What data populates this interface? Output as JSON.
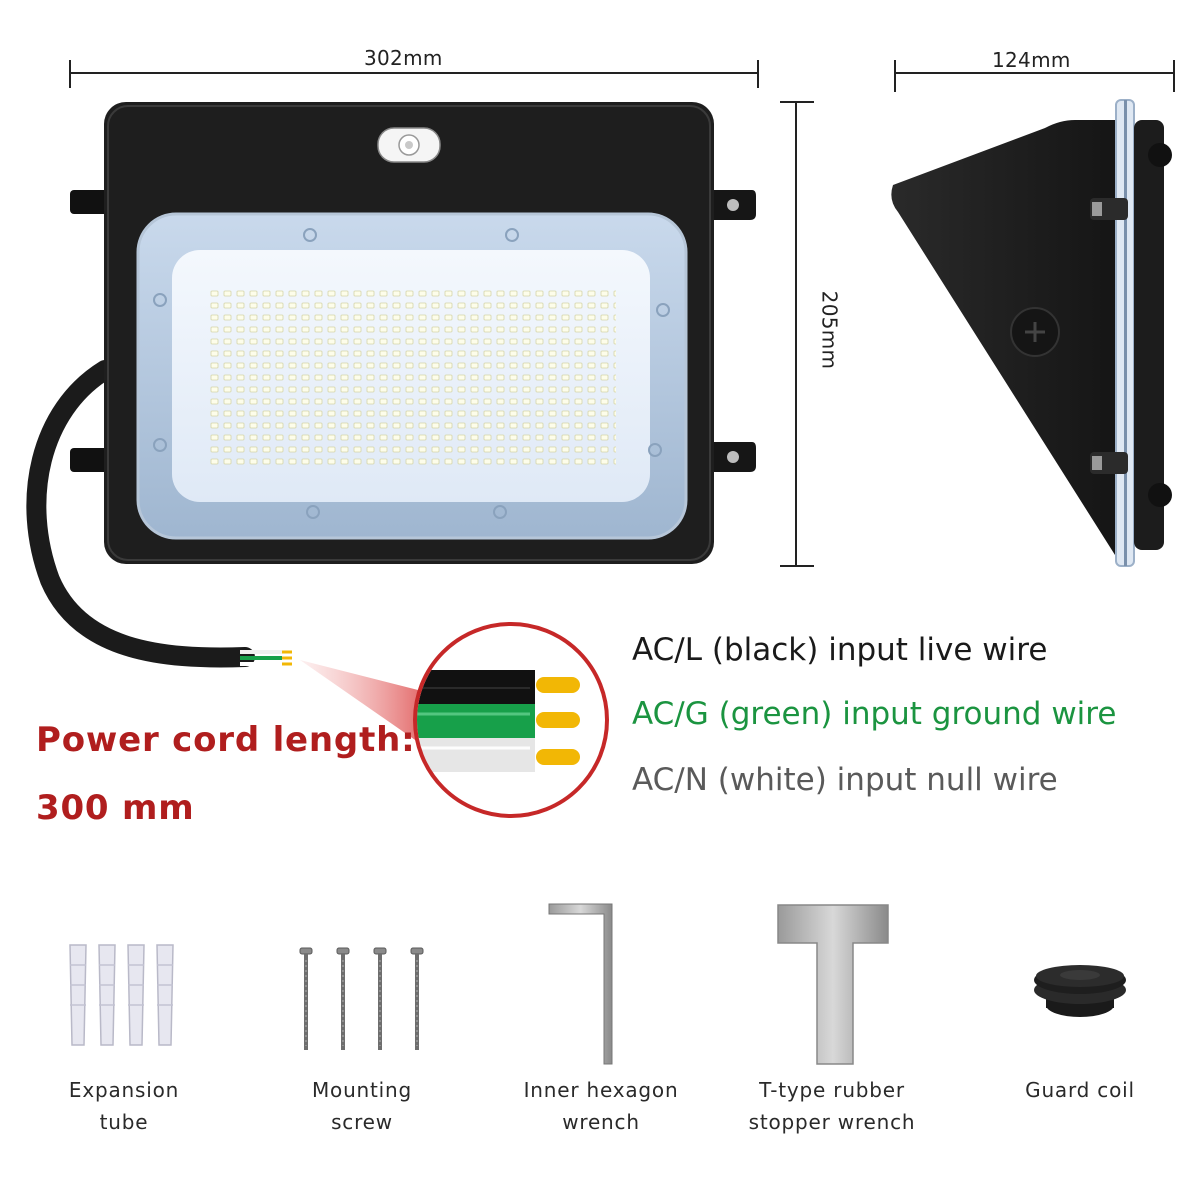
{
  "dimensions": {
    "width": "302mm",
    "depth": "124mm",
    "height": "205mm"
  },
  "wires": [
    {
      "label": "AC/L (black) input live wire",
      "color": "#1a1a1a"
    },
    {
      "label": "AC/G (green) input ground wire",
      "color": "#1b9440"
    },
    {
      "label": "AC/N (white) input null wire",
      "color": "#5a5a5a"
    }
  ],
  "power_cord": {
    "title": "Power cord length:",
    "value": "300 mm"
  },
  "accessories": [
    {
      "line1": "Expansion",
      "line2": "tube",
      "icon": "expansion-tube-icon"
    },
    {
      "line1": "Mounting",
      "line2": "screw",
      "icon": "mounting-screw-icon"
    },
    {
      "line1": "Inner hexagon",
      "line2": "wrench",
      "icon": "hex-wrench-icon"
    },
    {
      "line1": "T-type rubber",
      "line2": "stopper wrench",
      "icon": "t-wrench-icon"
    },
    {
      "line1": "Guard coil",
      "line2": "",
      "icon": "guard-coil-icon"
    }
  ],
  "colors": {
    "fixture_body": "#1e1e1e",
    "led_panel": "#e8f0fa",
    "callout_circle": "#c62828",
    "wire_live": "#111111",
    "wire_ground": "#17a04a",
    "wire_null": "#e6e6e6",
    "terminal": "#f2b705"
  }
}
